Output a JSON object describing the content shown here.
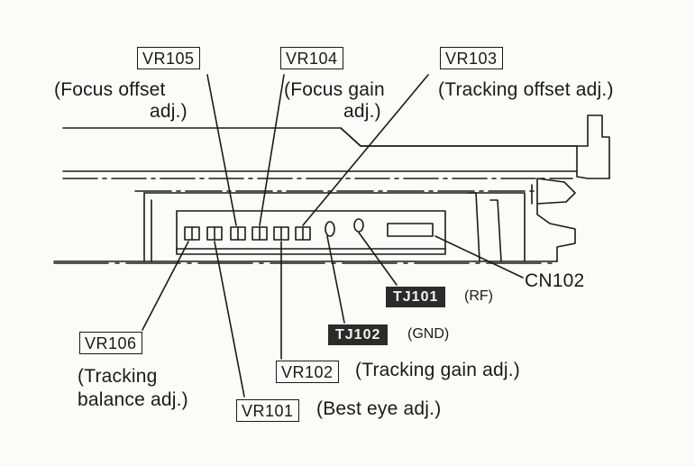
{
  "labels": {
    "vr105": {
      "tag": "VR105",
      "line1": "(Focus offset",
      "line2": "adj.)"
    },
    "vr104": {
      "tag": "VR104",
      "line1": "(Focus gain",
      "line2": "adj.)"
    },
    "vr103": {
      "tag": "VR103",
      "line1": "(Tracking offset adj.)"
    },
    "cn102": {
      "text": "CN102"
    },
    "tj101": {
      "tag": "TJ101",
      "note": "(RF)"
    },
    "tj102": {
      "tag": "TJ102",
      "note": "(GND)"
    },
    "vr106": {
      "tag": "VR106",
      "line1": "(Tracking",
      "line2": "balance adj.)"
    },
    "vr102": {
      "tag": "VR102",
      "desc": "(Tracking gain adj.)"
    },
    "vr101": {
      "tag": "VR101",
      "desc": "(Best eye adj.)"
    }
  },
  "colors": {
    "ink": "#1a1a1a",
    "tag_fill": "#2b2b2b",
    "paper": "#fbfbf9"
  }
}
